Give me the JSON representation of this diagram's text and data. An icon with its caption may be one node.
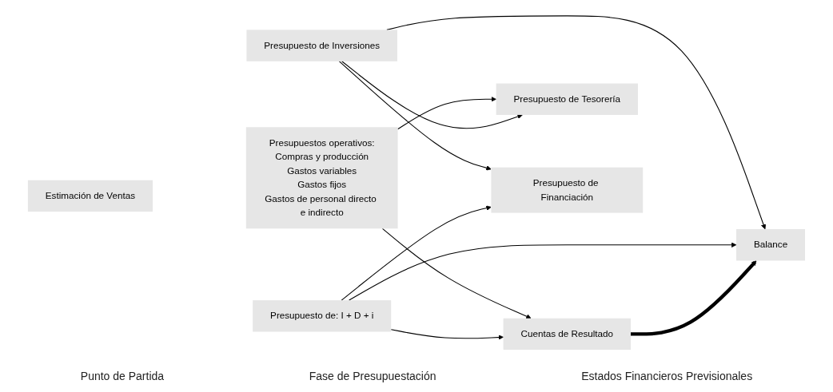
{
  "diagram": {
    "nodes": [
      {
        "text": [
          "Estimación de Ventas"
        ]
      },
      {
        "text": [
          "Presupuestos operativos:",
          "Compras y producción",
          "Gastos variables",
          "Gastos fijos",
          "Gastos de personal directo e indirecto"
        ]
      },
      {
        "text": [
          "Presupuesto de Inversiones"
        ]
      },
      {
        "text": [
          "Presupuesto de: I + D + i"
        ]
      },
      {
        "text": [
          "Cuentas de Resultado"
        ]
      },
      {
        "text": [
          "Presupuesto de Tesorería"
        ]
      },
      {
        "text": [
          "Presupuesto de Financiación"
        ]
      },
      {
        "text": [
          "Balance"
        ]
      }
    ],
    "edges": [
      {
        "from": 1,
        "to": 4,
        "arrow": "to"
      },
      {
        "from": 1,
        "to": 5,
        "arrow": "to"
      },
      {
        "from": 2,
        "to": 5,
        "arrow": "to"
      },
      {
        "from": 2,
        "to": 6,
        "arrow": "to"
      },
      {
        "from": 2,
        "to": 7,
        "arrow": "to"
      },
      {
        "from": 3,
        "to": 4,
        "arrow": "to"
      },
      {
        "from": 3,
        "to": 6,
        "arrow": "to"
      },
      {
        "from": 3,
        "to": 7,
        "arrow": "to"
      },
      {
        "from": 4,
        "to": 7,
        "arrow": "to",
        "style": "thick"
      }
    ],
    "labels": [
      "Punto de Partida",
      "Fase de Presupuestación",
      "Estados Financieros Previsionales"
    ]
  }
}
